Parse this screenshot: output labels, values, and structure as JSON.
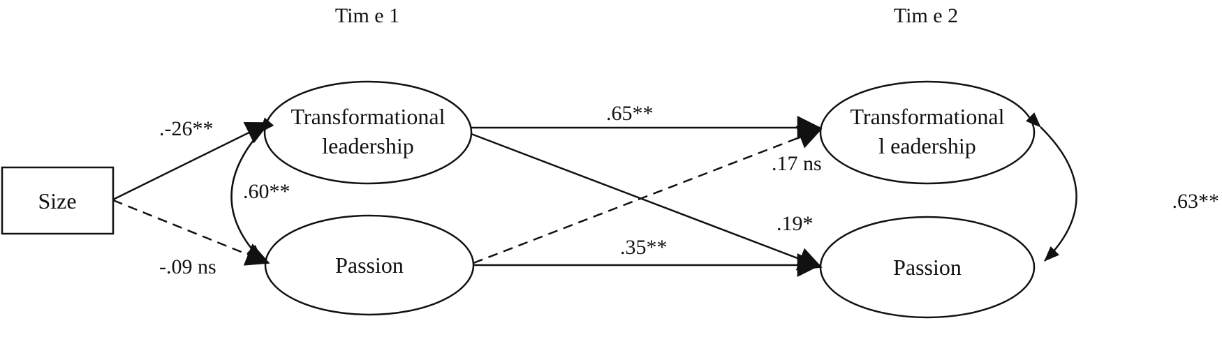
{
  "headers": {
    "time1": "Tim e 1",
    "time2": "Tim e 2"
  },
  "nodes": {
    "size": "Size",
    "t1_leadership_line1": "Transformational",
    "t1_leadership_line2": "leadership",
    "t1_passion": "Passion",
    "t2_leadership_line1": "Transformational",
    "t2_leadership_line2": "l eadership",
    "t2_passion": "Passion"
  },
  "paths": {
    "size_to_leadership": ".-26**",
    "size_to_passion": "-.09 ns",
    "t1_covariance": ".60**",
    "leadership_stability": ".65**",
    "passion_to_leadership": ".17 ns",
    "leadership_to_passion": ".19*",
    "passion_stability": ".35**",
    "t2_covariance": ".63**"
  },
  "styles": {
    "line_color": "#111111",
    "background": "#ffffff"
  }
}
